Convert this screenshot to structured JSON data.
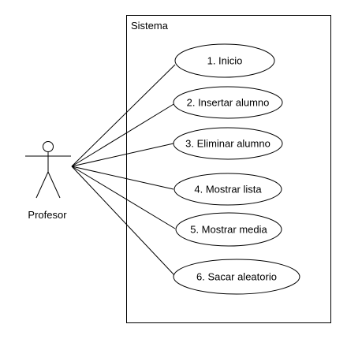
{
  "system": {
    "title": "Sistema"
  },
  "actor": {
    "label": "Profesor"
  },
  "use_cases": [
    {
      "label": "1. Inicio"
    },
    {
      "label": "2. Insertar alumno"
    },
    {
      "label": "3. Eliminar alumno"
    },
    {
      "label": "4. Mostrar lista"
    },
    {
      "label": "5. Mostrar media"
    },
    {
      "label": "6. Sacar aleatorio"
    }
  ],
  "colors": {
    "stroke": "#000000",
    "fill": "#ffffff",
    "text": "#000000"
  }
}
